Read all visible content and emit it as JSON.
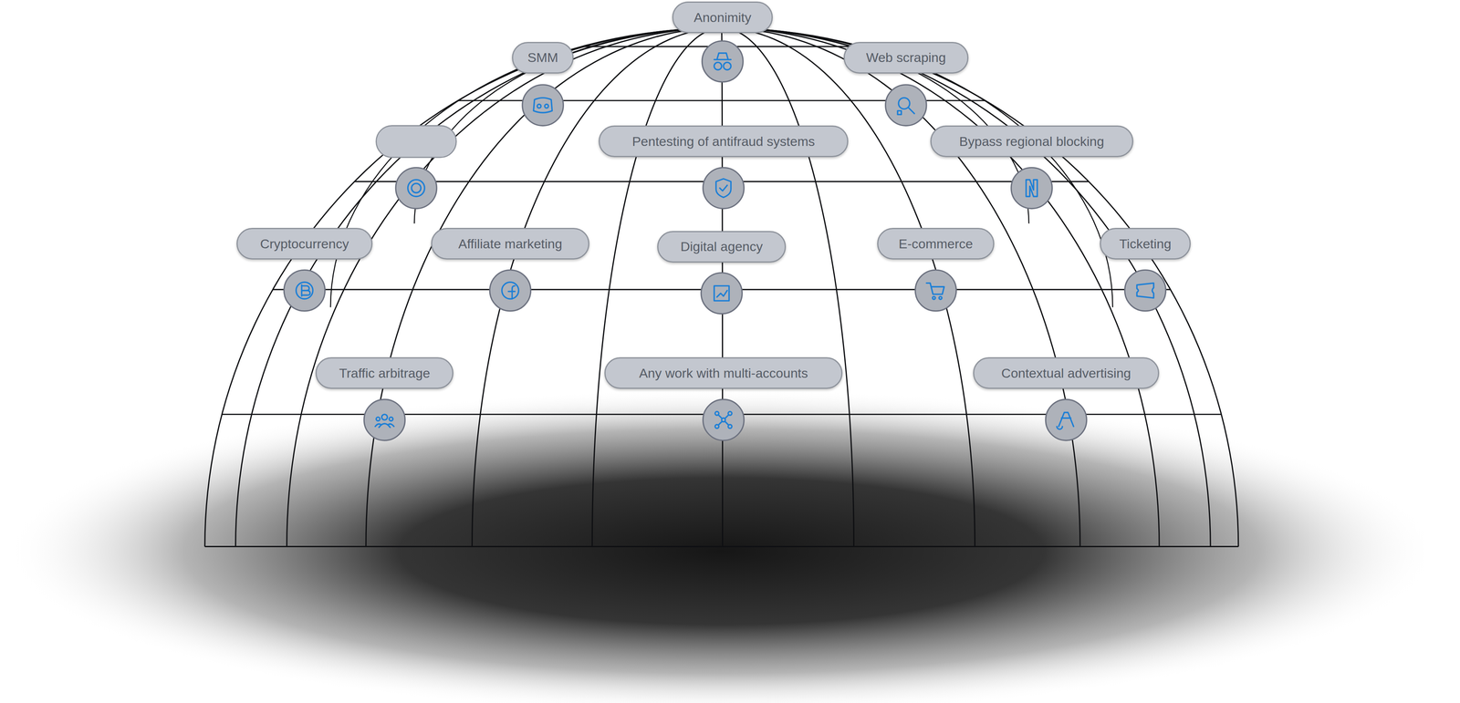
{
  "diagram": {
    "nodes": [
      {
        "text": [
          "Anonimity"
        ]
      },
      {
        "text": [
          "SMM"
        ]
      },
      {
        "text": [
          "Web scraping"
        ]
      },
      {
        "text": [
          "Pentesting of antifraud systems"
        ]
      },
      {
        "text": [
          "Bypass regional blocking"
        ]
      },
      {
        "text": [
          "Cryptocurrency"
        ]
      },
      {
        "text": [
          "Affiliate marketing"
        ]
      },
      {
        "text": [
          "Digital agency"
        ]
      },
      {
        "text": [
          "E-commerce"
        ]
      },
      {
        "text": [
          "Ticketing"
        ]
      },
      {
        "text": [
          "Traffic arbitrage"
        ]
      },
      {
        "text": [
          "Any work with multi-accounts"
        ]
      },
      {
        "text": [
          "Contextual advertising"
        ]
      }
    ]
  }
}
